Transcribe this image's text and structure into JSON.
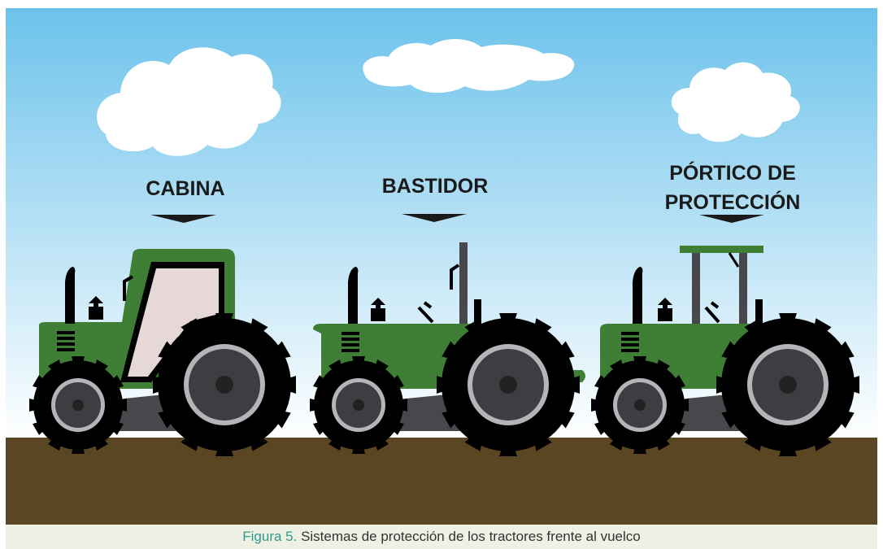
{
  "labels": {
    "cabina": "CABINA",
    "bastidor": "BASTIDOR",
    "portico_line1": "PÓRTICO DE",
    "portico_line2": "PROTECCIÓN"
  },
  "caption": {
    "figure": "Figura 5.",
    "text": " Sistemas de protección de los tractores frente al vuelco"
  },
  "colors": {
    "sky_top": "#6cc2eb",
    "sky_bottom": "#ffffff",
    "ground": "#5a4622",
    "tractor_green": "#3f7f35",
    "cabin_glass": "#e6d8d6",
    "tire": "#000000",
    "hub": "#3e3e42",
    "rim": "#b5b5b9"
  }
}
